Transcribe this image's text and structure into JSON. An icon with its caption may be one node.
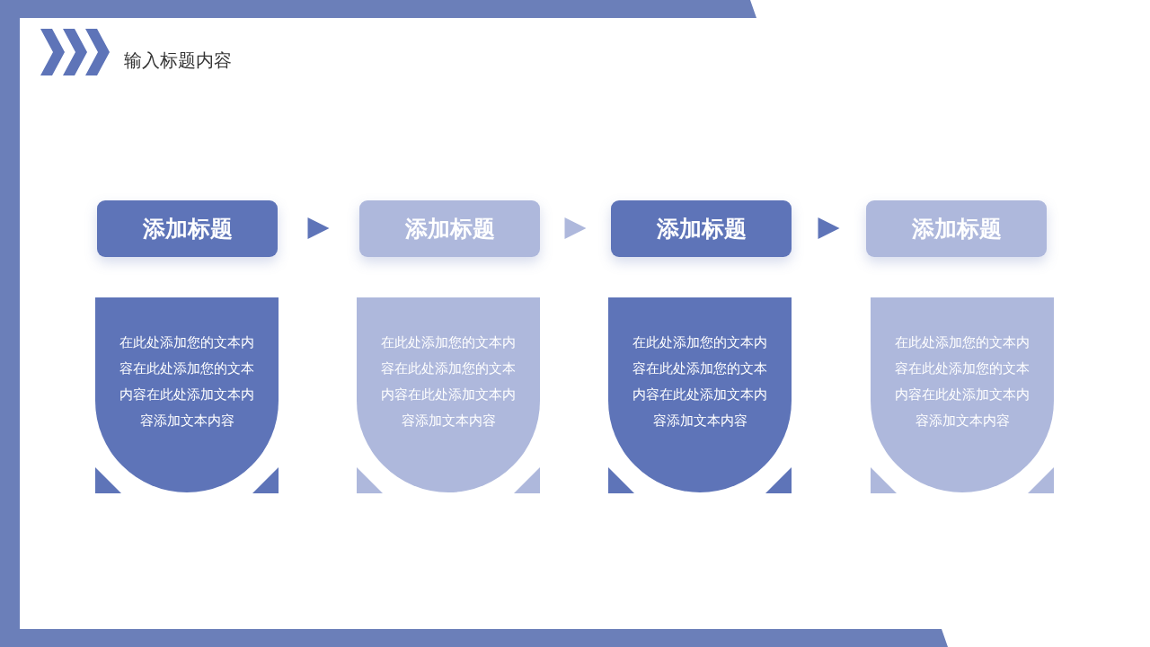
{
  "diagram": {
    "title": "输入标题内容",
    "nodes": [
      {
        "text": [
          "添加标题"
        ]
      },
      {
        "text": [
          "添加标题"
        ]
      },
      {
        "text": [
          "添加标题"
        ]
      },
      {
        "text": [
          "添加标题"
        ]
      },
      {
        "text": [
          "在此处添加您的文本内容在此处添加您的文本内容在此处添加文本内容添加文本内容"
        ]
      },
      {
        "text": [
          "在此处添加您的文本内容在此处添加您的文本内容在此处添加文本内容添加文本内容"
        ]
      },
      {
        "text": [
          "在此处添加您的文本内容在此处添加您的文本内容在此处添加文本内容添加文本内容"
        ]
      },
      {
        "text": [
          "在此处添加您的文本内容在此处添加您的文本内容在此处添加文本内容添加文本内容"
        ]
      }
    ],
    "edges": [
      {
        "from": 0,
        "to": 1,
        "arrow": "to"
      },
      {
        "from": 1,
        "to": 2,
        "arrow": "to",
        "color": "#aeb8dc"
      },
      {
        "from": 2,
        "to": 3,
        "arrow": "to"
      }
    ]
  }
}
